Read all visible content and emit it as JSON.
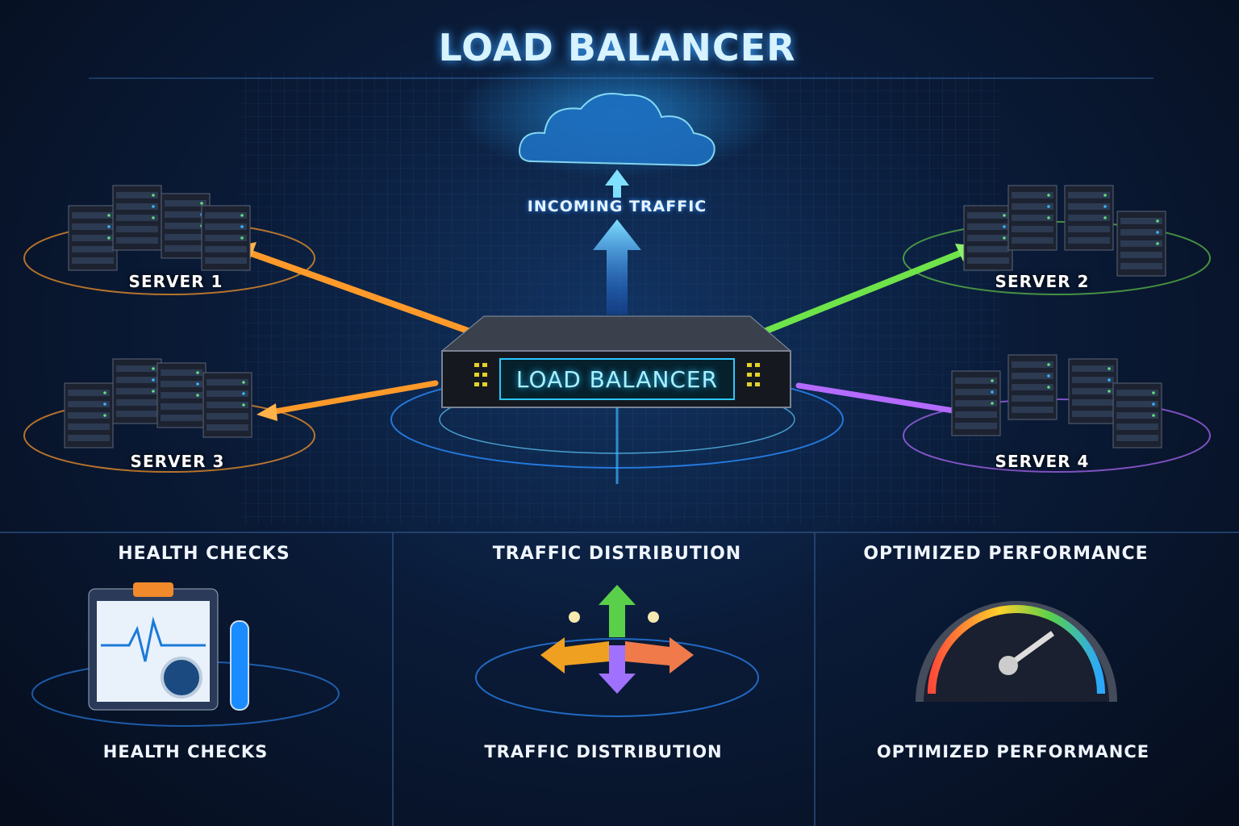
{
  "title": "LOAD BALANCER",
  "incoming_traffic": "INCOMING TRAFFIC",
  "load_balancer_label": "LOAD BALANCER",
  "servers": [
    {
      "label": "SERVER 1",
      "color": "#ff9a2a"
    },
    {
      "label": "SERVER 2",
      "color": "#6fe34a"
    },
    {
      "label": "SERVER 3",
      "color": "#ff9a2a"
    },
    {
      "label": "SERVER 4",
      "color": "#b46bff"
    }
  ],
  "features": [
    {
      "heading": "HEALTH CHECKS",
      "caption": "HEALTH CHECKS"
    },
    {
      "heading": "TRAFFIC DISTRIBUTION",
      "caption": "TRAFFIC DISTRIBUTION"
    },
    {
      "heading": "OPTIMIZED PERFORMANCE",
      "caption": "OPTIMIZED PERFORMANCE"
    }
  ]
}
